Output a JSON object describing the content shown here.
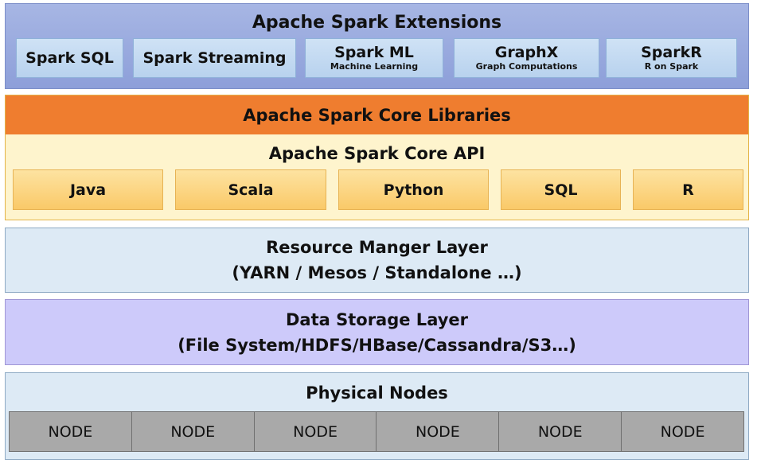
{
  "extensions": {
    "title": "Apache Spark Extensions",
    "items": [
      {
        "label": "Spark SQL",
        "sub": ""
      },
      {
        "label": "Spark Streaming",
        "sub": ""
      },
      {
        "label": "Spark ML",
        "sub": "Machine Learning"
      },
      {
        "label": "GraphX",
        "sub": "Graph Computations"
      },
      {
        "label": "SparkR",
        "sub": "R on Spark"
      }
    ]
  },
  "core": {
    "libraries_title": "Apache Spark Core Libraries",
    "api_title": "Apache Spark Core API",
    "languages": [
      "Java",
      "Scala",
      "Python",
      "SQL",
      "R"
    ]
  },
  "resource_manager": {
    "line1": "Resource Manger Layer",
    "line2": "(YARN / Mesos / Standalone …)"
  },
  "data_storage": {
    "line1": "Data Storage Layer",
    "line2": "(File System/HDFS/HBase/Cassandra/S3…)"
  },
  "physical": {
    "title": "Physical Nodes",
    "nodes": [
      "NODE",
      "NODE",
      "NODE",
      "NODE",
      "NODE",
      "NODE"
    ]
  },
  "colors": {
    "extensions_bg": "#8d9fd9",
    "extension_box": "#b8d2ee",
    "core_libraries_bar": "#ef7d2f",
    "core_bg": "#fef4cd",
    "language_box": "#fac968",
    "resource_bg": "#ddeaf5",
    "storage_bg": "#cdcafa",
    "node_box": "#a9a9a9"
  }
}
